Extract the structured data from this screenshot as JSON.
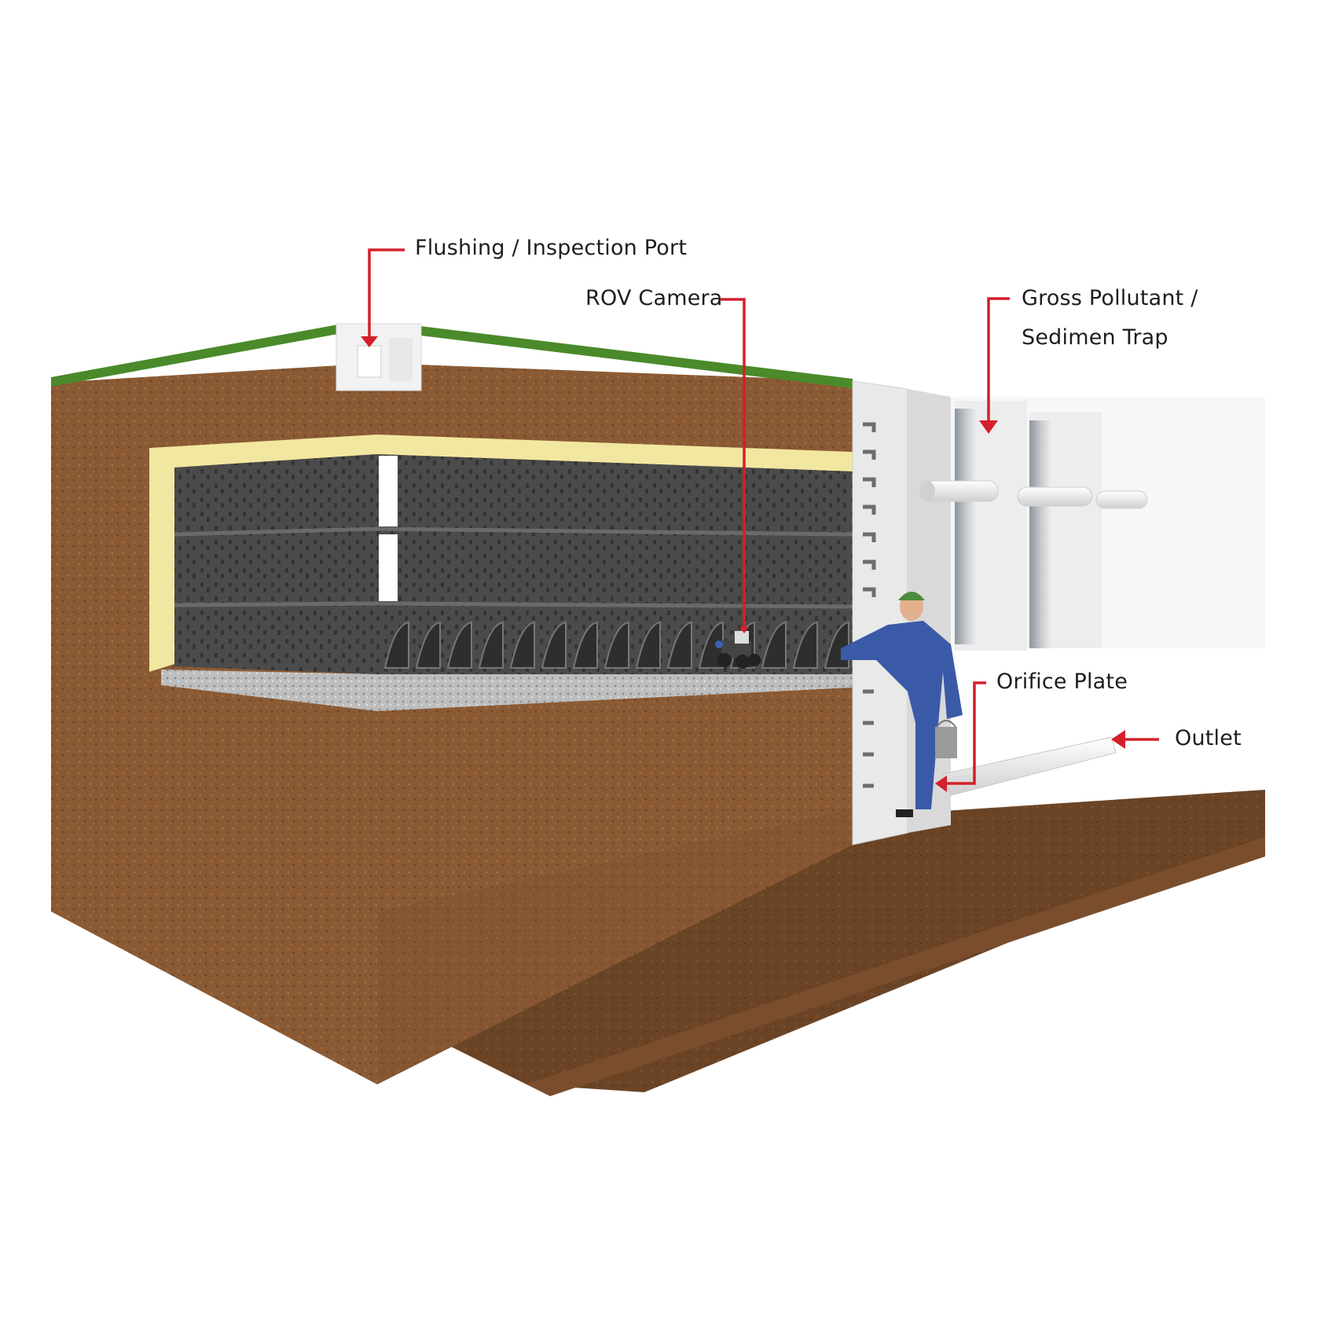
{
  "diagram": {
    "subject": "Underground stormwater storage tank cutaway",
    "colors": {
      "soil": "#8a5a34",
      "soil_dark": "#6b4426",
      "grass": "#4a8a2a",
      "geotextile": "#f2e7a0",
      "modules": "#4a4a4a",
      "gravel": "#b9b9b9",
      "concrete": "#e6e6e6",
      "callout": "#d4202a",
      "worker_suit": "#3a5aa8",
      "worker_helmet": "#4f8a3c"
    },
    "callouts": [
      {
        "id": "flushing-port",
        "label": "Flushing / Inspection Port"
      },
      {
        "id": "rov-camera",
        "label": "ROV Camera"
      },
      {
        "id": "gross-pollutant-trap",
        "label_line1": "Gross Pollutant /",
        "label_line2": "Sedimen Trap"
      },
      {
        "id": "orifice-plate",
        "label": "Orifice Plate"
      },
      {
        "id": "outlet",
        "label": "Outlet"
      }
    ]
  }
}
